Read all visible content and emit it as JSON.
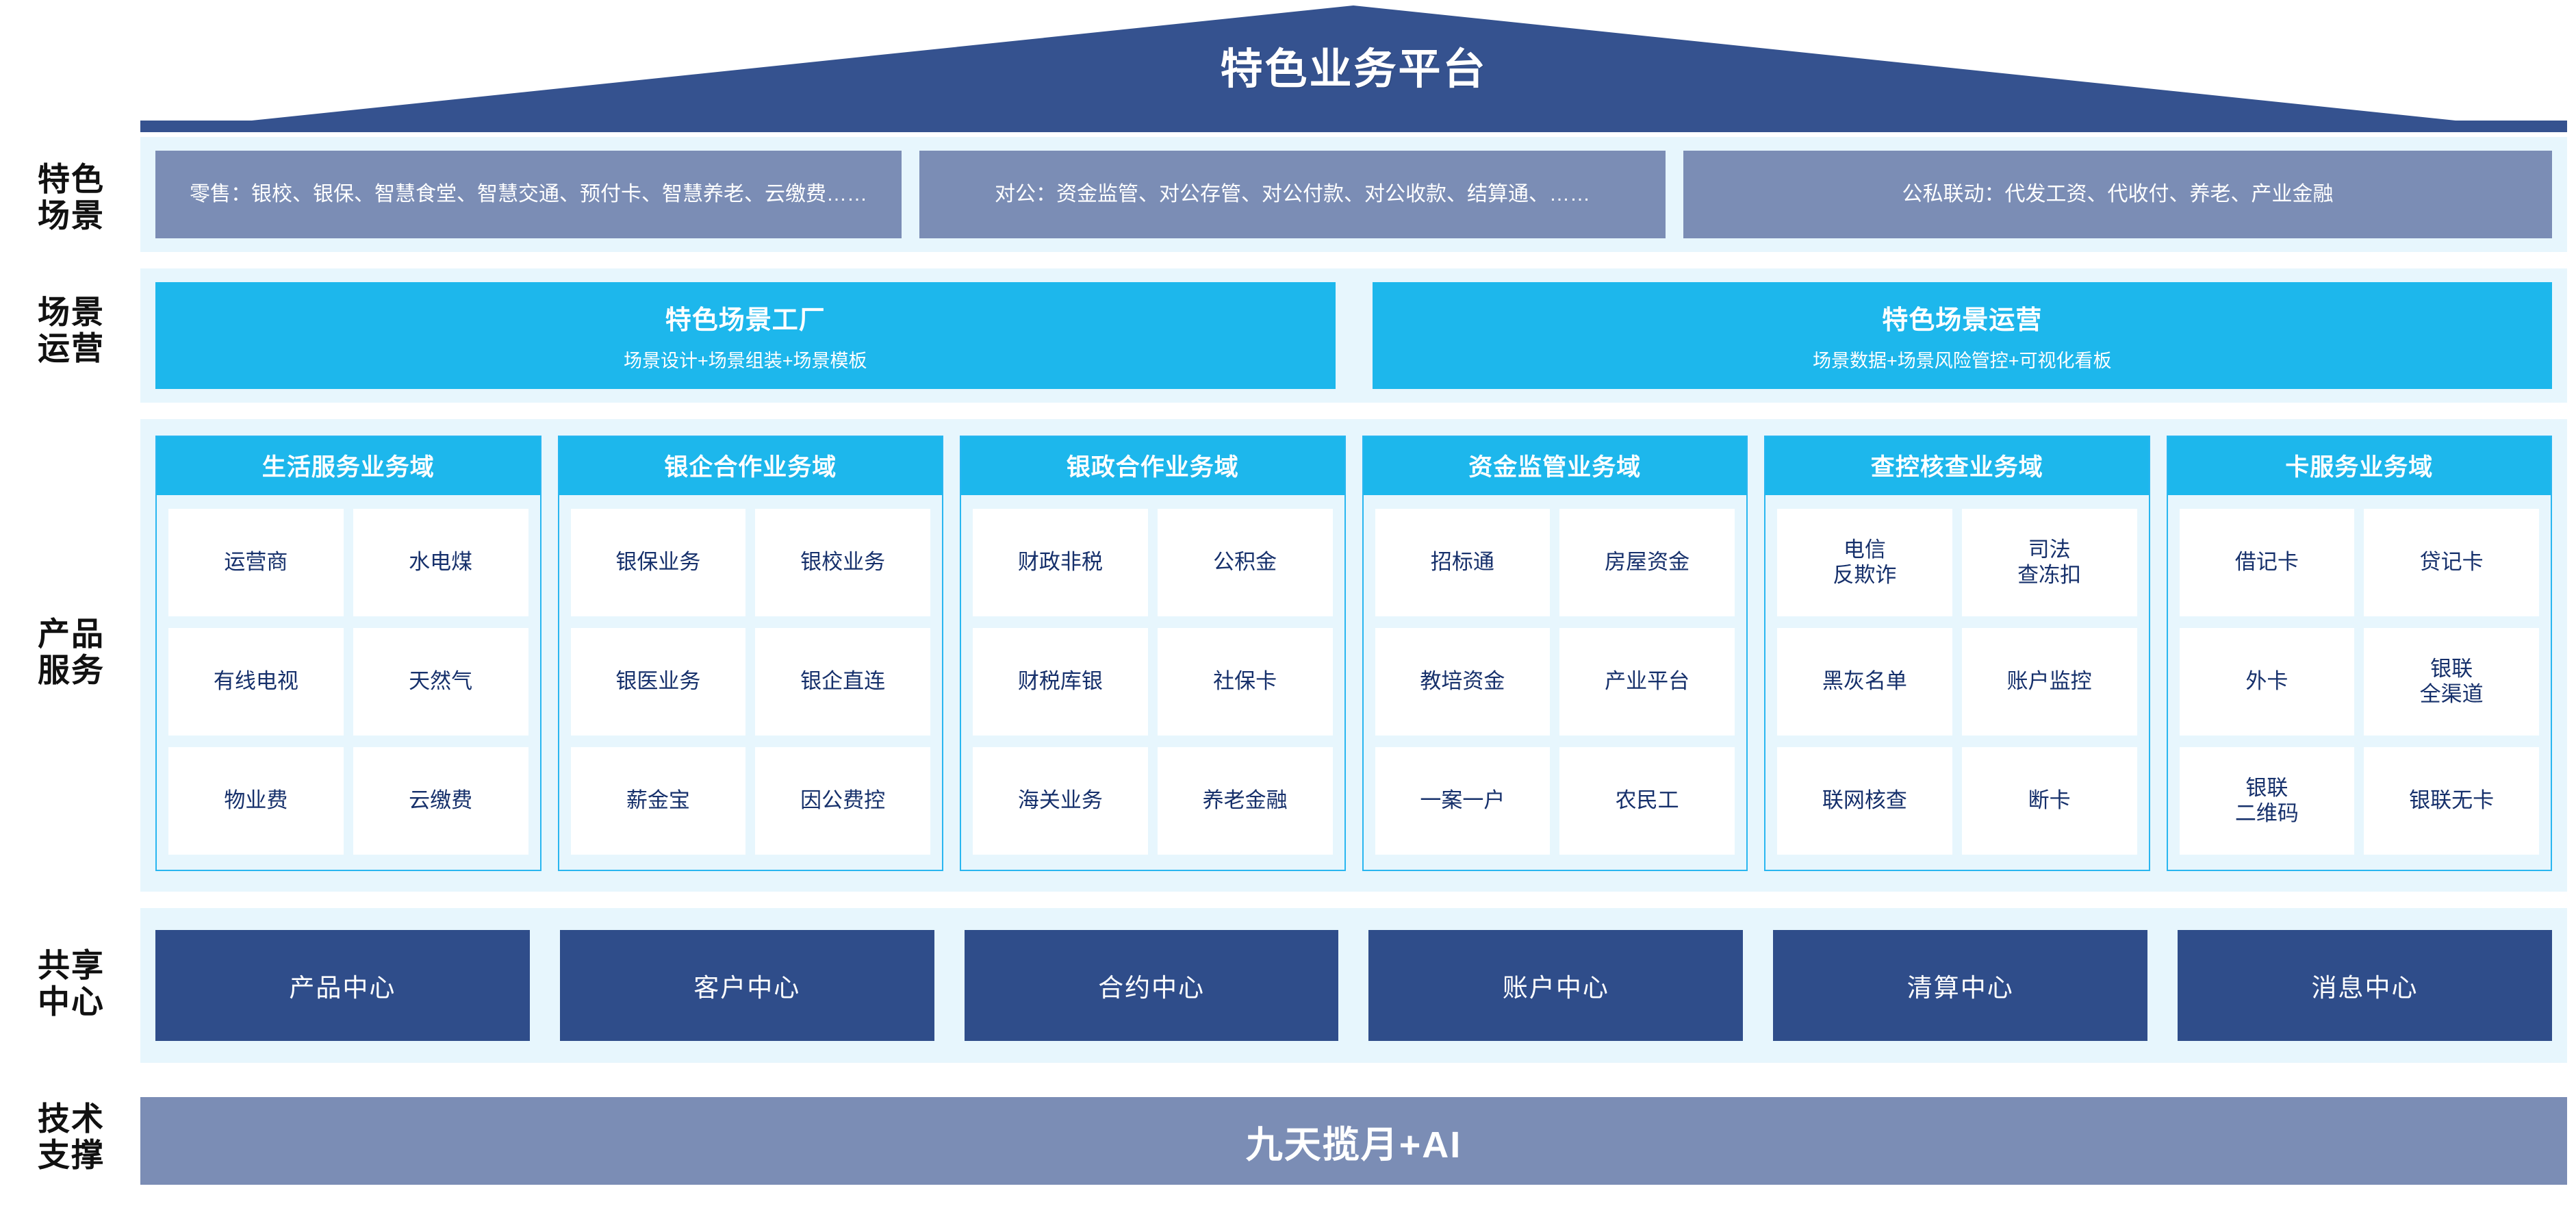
{
  "header": {
    "title": "特色业务平台",
    "roof_color": "#35528f"
  },
  "rails": {
    "scene": "特色\n场景",
    "operations": "场景\n运营",
    "products": "产品\n服务",
    "shared": "共享\n中心",
    "tech": "技术\n支撑"
  },
  "scene_row": {
    "boxes": [
      {
        "name": "retail",
        "text": "零售：银校、银保、智慧食堂、智慧交通、预付卡、智慧养老、云缴费……"
      },
      {
        "name": "corporate",
        "text": "对公：资金监管、对公存管、对公付款、对公收款、结算通、……"
      },
      {
        "name": "joint",
        "text": "公私联动：代发工资、代收付、养老、产业金融"
      }
    ]
  },
  "operations_row": {
    "boxes": [
      {
        "title": "特色场景工厂",
        "subtitle": "场景设计+场景组装+场景模板"
      },
      {
        "title": "特色场景运营",
        "subtitle": "场景数据+场景风险管控+可视化看板"
      }
    ]
  },
  "product_domains": [
    {
      "title": "生活服务业务域",
      "items": [
        "运营商",
        "水电煤",
        "有线电视",
        "天然气",
        "物业费",
        "云缴费"
      ]
    },
    {
      "title": "银企合作业务域",
      "items": [
        "银保业务",
        "银校业务",
        "银医业务",
        "银企直连",
        "薪金宝",
        "因公费控"
      ]
    },
    {
      "title": "银政合作业务域",
      "items": [
        "财政非税",
        "公积金",
        "财税库银",
        "社保卡",
        "海关业务",
        "养老金融"
      ]
    },
    {
      "title": "资金监管业务域",
      "items": [
        "招标通",
        "房屋资金",
        "教培资金",
        "产业平台",
        "一案一户",
        "农民工"
      ]
    },
    {
      "title": "查控核查业务域",
      "items": [
        "电信\n反欺诈",
        "司法\n查冻扣",
        "黑灰名单",
        "账户监控",
        "联网核查",
        "断卡"
      ]
    },
    {
      "title": "卡服务业务域",
      "items": [
        "借记卡",
        "贷记卡",
        "外卡",
        "银联\n全渠道",
        "银联\n二维码",
        "银联无卡"
      ]
    }
  ],
  "shared_centers": [
    "产品中心",
    "客户中心",
    "合约中心",
    "账户中心",
    "清算中心",
    "消息中心"
  ],
  "tech_support": {
    "label": "九天揽月+AI"
  },
  "colors": {
    "roof": "#35528f",
    "band": "#e7f6fd",
    "scene_box": "#7b8db5",
    "cyan": "#1db7ec",
    "navy": "#2f4d8a",
    "chip_text": "#16306b"
  }
}
